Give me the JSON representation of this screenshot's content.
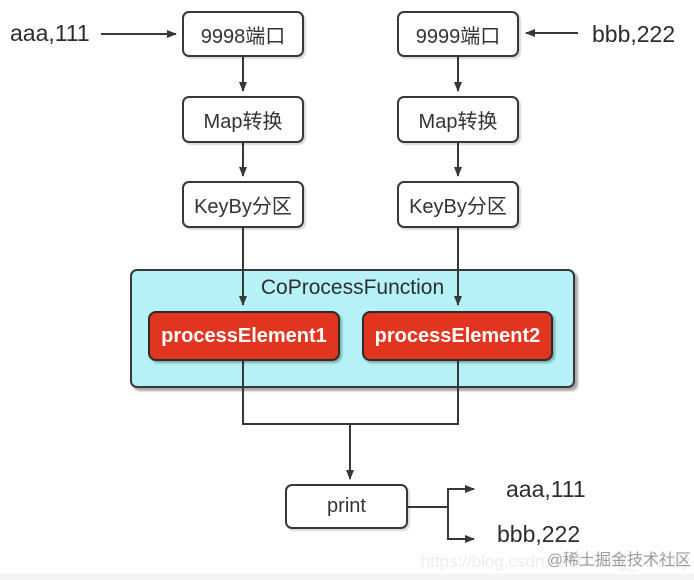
{
  "colors": {
    "accent_cyan": "#B5F1F6",
    "accent_red": "#E23520",
    "line": "#383838"
  },
  "inputs": {
    "left": "aaa,111",
    "right": "bbb,222"
  },
  "nodes": {
    "port_left": "9998端口",
    "port_right": "9999端口",
    "map_left": "Map转换",
    "map_right": "Map转换",
    "keyby_left": "KeyBy分区",
    "keyby_right": "KeyBy分区",
    "coprocess_title": "CoProcessFunction",
    "process_left": "processElement1",
    "process_right": "processElement2",
    "sink": "print"
  },
  "outputs": {
    "top": "aaa,111",
    "bottom": "bbb,222"
  },
  "watermark": {
    "community": "@稀土掘金技术社区",
    "url": "https://blog.csdn.net/boiling_cavalry"
  }
}
